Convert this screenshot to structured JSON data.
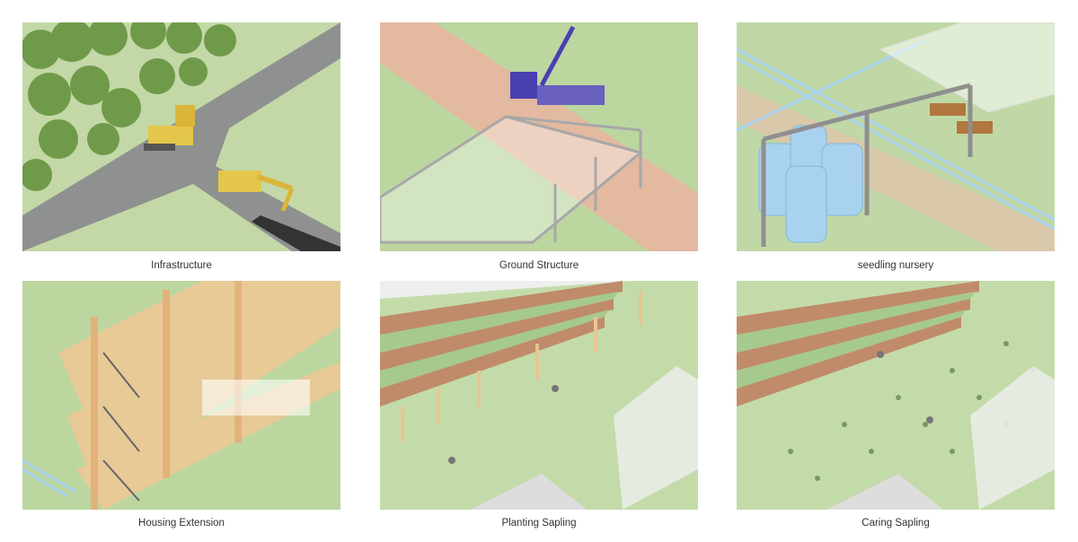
{
  "panels": [
    {
      "caption": "Infrastructure"
    },
    {
      "caption": "Ground Structure"
    },
    {
      "caption": "seedling nursery"
    },
    {
      "caption": "Housing Extension"
    },
    {
      "caption": "Planting Sapling"
    },
    {
      "caption": "Caring Sapling"
    }
  ],
  "colors": {
    "grass": "#b9d39c",
    "road": "#8e9190",
    "path": "#e3b9a0",
    "steel": "#9a9a9a",
    "timber": "#f0c996",
    "water": "#a9d2ef",
    "machine": "#e4c64b",
    "crane": "#4a3fb0"
  }
}
